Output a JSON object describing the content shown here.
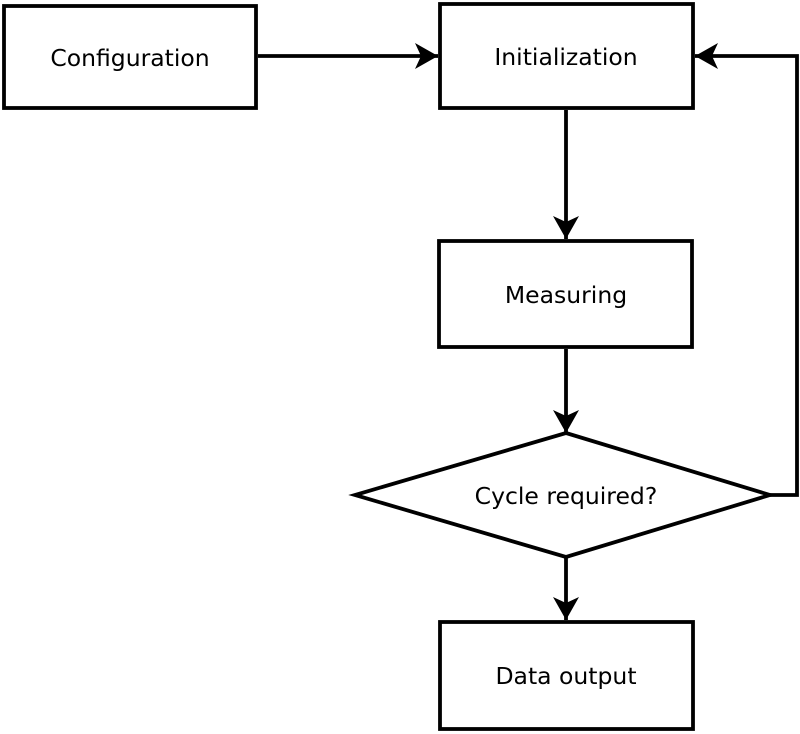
{
  "diagram": {
    "type": "flowchart",
    "colors": {
      "background": "#ffffff",
      "node_fill": "#ffffff",
      "stroke": "#000000",
      "text": "#000000"
    },
    "nodes": [
      {
        "id": "configuration",
        "shape": "rectangle",
        "label": "Configuration"
      },
      {
        "id": "initialization",
        "shape": "rectangle",
        "label": "Initialization"
      },
      {
        "id": "measuring",
        "shape": "rectangle",
        "label": "Measuring"
      },
      {
        "id": "cycle-required",
        "shape": "diamond",
        "label": "Cycle required?"
      },
      {
        "id": "data-output",
        "shape": "rectangle",
        "label": "Data output"
      }
    ],
    "edges": [
      {
        "from": "configuration",
        "to": "initialization"
      },
      {
        "from": "initialization",
        "to": "measuring"
      },
      {
        "from": "measuring",
        "to": "cycle-required"
      },
      {
        "from": "cycle-required",
        "to": "data-output"
      },
      {
        "from": "cycle-required",
        "to": "initialization"
      }
    ]
  }
}
